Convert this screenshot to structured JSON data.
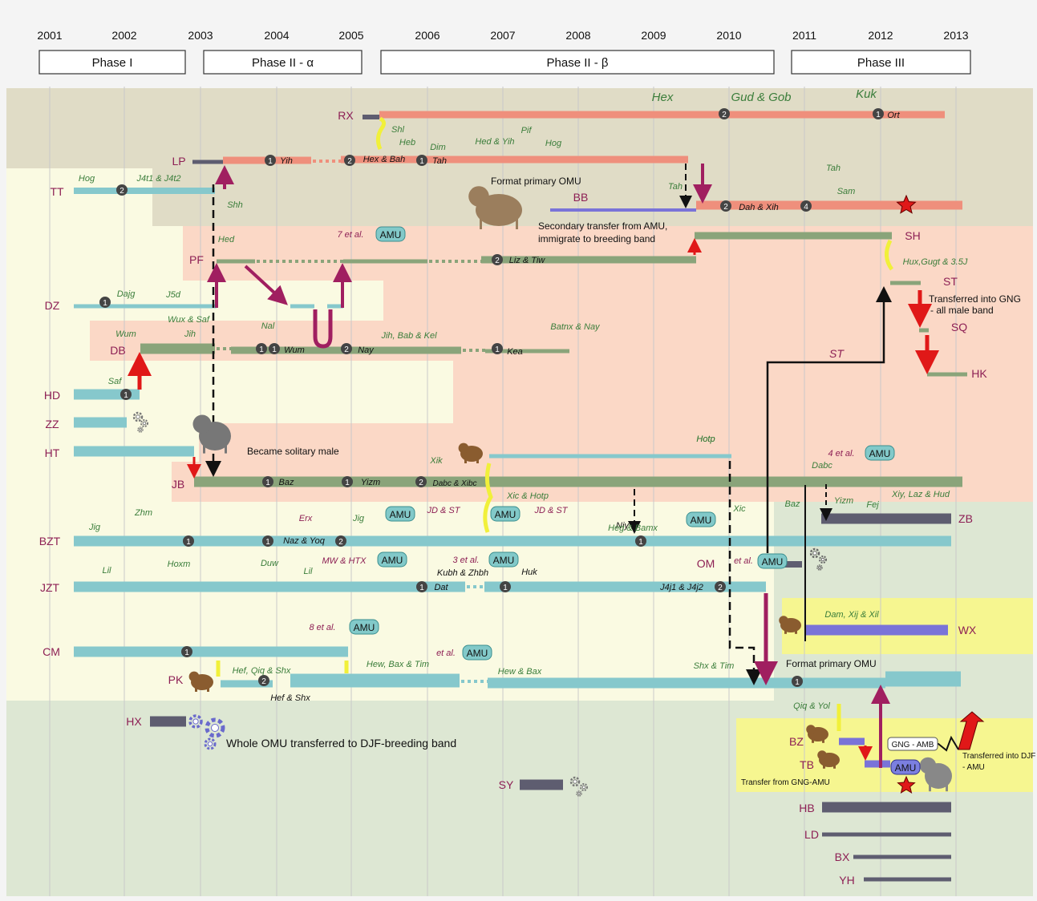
{
  "years": [
    "2001",
    "2002",
    "2003",
    "2004",
    "2005",
    "2006",
    "2007",
    "2008",
    "2009",
    "2010",
    "2011",
    "2012",
    "2013"
  ],
  "phases": [
    {
      "label": "Phase I"
    },
    {
      "label": "Phase II - α"
    },
    {
      "label": "Phase II - β"
    },
    {
      "label": "Phase III"
    }
  ],
  "colors": {
    "grey": "#5e5d70",
    "salmon": "#ef8f7c",
    "green": "#8aa47a",
    "cyan": "#86c8cc",
    "purple": "#7a73d8",
    "magenta": "#a01f60",
    "red": "#e01818",
    "yellowArrow": "#f1f03a",
    "bgCream": "#fafae2",
    "bgOlive": "#e0dcc6",
    "bgPeach": "#fbd8c6",
    "bgGreen": "#dde7d3",
    "bgYellow": "#f6f690",
    "unitLabel": "#8d1f54",
    "nameLabel": "#3a7d3a"
  },
  "units": [
    "RX",
    "LP",
    "TT",
    "BB",
    "PF",
    "SH",
    "DZ",
    "ST",
    "DB",
    "SQ",
    "HK",
    "HD",
    "ZZ",
    "HT",
    "JB",
    "BZT",
    "ZB",
    "JZT",
    "OM",
    "WX",
    "CM",
    "PK",
    "HX",
    "BZ",
    "TB",
    "SY",
    "HB",
    "LD",
    "BX",
    "YH"
  ],
  "marker_numbers": [
    "1",
    "2",
    "4"
  ],
  "labels": [
    "Hex",
    "Gud & Gob",
    "Kuk",
    "Ort",
    "Shl",
    "Heb",
    "Dim",
    "Hed & Yih",
    "Pif",
    "Hog",
    "Yih",
    "Hex & Bah",
    "Tah",
    "Hog",
    "J4t1 & J4t2",
    "Shh",
    "Tah",
    "Sam",
    "Dah & Xih",
    "Tah",
    "Hed",
    "7 et al.",
    "Liz & Tiw",
    "Hux,Gugt & 3.5J",
    "Dajg",
    "J5d",
    "Wux & Saf",
    "Wum",
    "Jih",
    "Nal",
    "Wum",
    "Nay",
    "Jih, Bab & Kel",
    "Kea",
    "Batnx & Nay",
    "ST",
    "Saf",
    "Hotp",
    "Xik",
    "Baz",
    "Yizm",
    "Dabc & Xibc",
    "4 et al.",
    "Dabc",
    "Xiy, Laz & Hud",
    "Yizm",
    "Fej",
    "Jig",
    "Zhm",
    "Hotp",
    "Erx",
    "Naz & Yoq",
    "Jig",
    "JD & ST",
    "Xic & Hotp",
    "JD & ST",
    "Niy",
    "Heg & Bamx",
    "Xic",
    "Baz",
    "Lil",
    "Hoxm",
    "Duw",
    "Lil",
    "MW & HTX",
    "3 et al.",
    "Kubh & Zhbh",
    "Dat",
    "Huk",
    "J4j1 & J4j2",
    "et al.",
    "Dam, Xij & Xil",
    "8 et al.",
    "et al.",
    "Hef, Qiq & Shx",
    "Hew, Bax & Tim",
    "Hew & Bax",
    "Shx & Tim",
    "Hef & Shx",
    "Qiq & Yol"
  ],
  "amu": "AMU",
  "gng_amb": "GNG - AMB",
  "annotations": {
    "format_primary_top": "Format primary OMU",
    "secondary_transfer": "Secondary transfer from AMU, immigrate to breeding band",
    "transferred_gng": "Transferred into GNG - all male band",
    "became_solitary": "Became solitary male",
    "format_primary_bottom": "Format primary OMU",
    "whole_omu": "Whole OMU transferred to DJF-breeding band",
    "transfer_gng_amu": "Transfer from GNG-AMU",
    "transferred_djf": "Transferred into DJF - AMU"
  }
}
